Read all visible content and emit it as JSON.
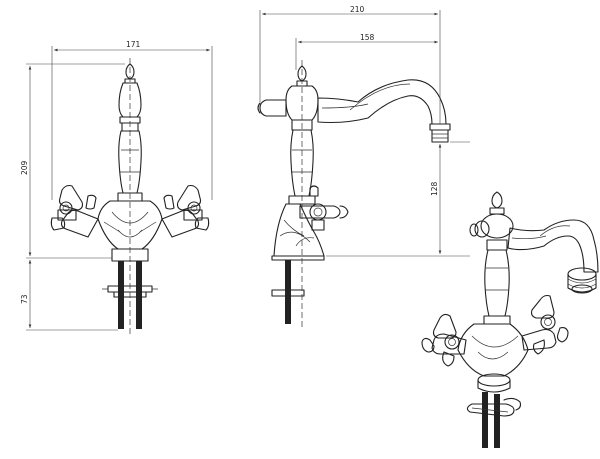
{
  "drawing": {
    "dimensions": {
      "front_width": "171",
      "front_height": "209",
      "front_shank": "73",
      "side_total_reach": "210",
      "side_spout_reach": "158",
      "side_spout_height": "128"
    }
  }
}
